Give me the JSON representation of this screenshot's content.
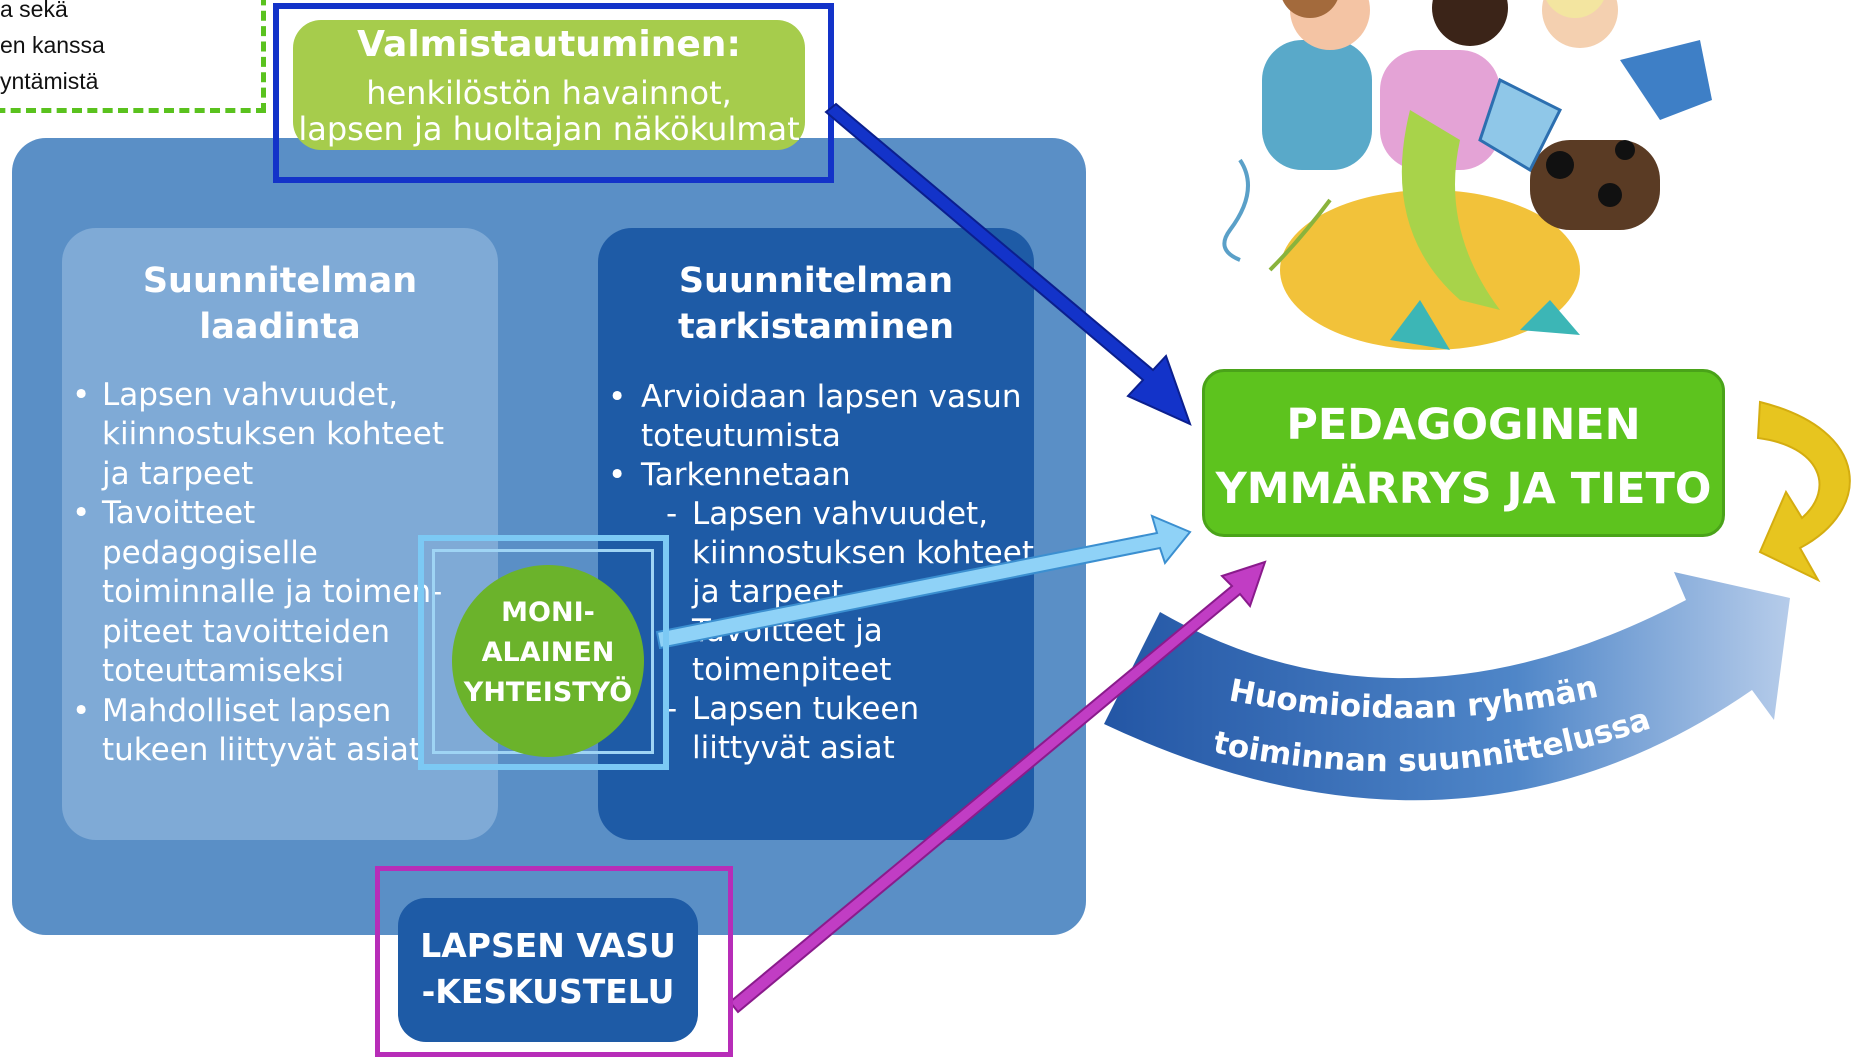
{
  "note": {
    "lines": [
      "a sekä",
      "en kanssa",
      "yntämistä"
    ]
  },
  "preparation": {
    "title": "Valmistautuminen:",
    "lines": [
      "henkilöstön havainnot,",
      "lapsen ja huoltajan näkökulmat"
    ]
  },
  "left_panel": {
    "title_lines": [
      "Suunnitelman",
      "laadinta"
    ],
    "rows": [
      {
        "bullet": "•",
        "text": "Lapsen vahvuudet,"
      },
      {
        "bullet": "",
        "text": "kiinnostuksen kohteet"
      },
      {
        "bullet": "",
        "text": "ja tarpeet"
      },
      {
        "bullet": "•",
        "text": "Tavoitteet"
      },
      {
        "bullet": "",
        "text": "pedagogiselle"
      },
      {
        "bullet": "",
        "text": "toiminnalle ja toimen-"
      },
      {
        "bullet": "",
        "text": "piteet tavoitteiden"
      },
      {
        "bullet": "",
        "text": "toteuttamiseksi"
      },
      {
        "bullet": "•",
        "text": "Mahdolliset lapsen"
      },
      {
        "bullet": "",
        "text": "tukeen liittyvät asiat"
      }
    ]
  },
  "right_panel": {
    "title_lines": [
      "Suunnitelman",
      "tarkistaminen"
    ],
    "rows": [
      {
        "bullet": "•",
        "text": "Arvioidaan lapsen vasun",
        "indent": 0
      },
      {
        "bullet": "",
        "text": "toteutumista",
        "indent": 0
      },
      {
        "bullet": "•",
        "text": "Tarkennetaan",
        "indent": 0
      },
      {
        "bullet": "-",
        "text": "Lapsen vahvuudet,",
        "indent": 1
      },
      {
        "bullet": "",
        "text": "kiinnostuksen kohteet",
        "indent": 1
      },
      {
        "bullet": "",
        "text": "ja tarpeet",
        "indent": 1
      },
      {
        "bullet": "-",
        "text": "Tavoitteet ja",
        "indent": 1
      },
      {
        "bullet": "",
        "text": "toimenpiteet",
        "indent": 1
      },
      {
        "bullet": "-",
        "text": "Lapsen tukeen",
        "indent": 1
      },
      {
        "bullet": "",
        "text": "liittyvät asiat",
        "indent": 1
      }
    ]
  },
  "multiprofessional": {
    "lines": [
      "MONI-",
      "ALAINEN",
      "YHTEISTYÖ"
    ]
  },
  "vasu_discussion": {
    "lines": [
      "LAPSEN VASU",
      "-KESKUSTELU"
    ]
  },
  "pedagogical": {
    "lines": [
      "PEDAGOGINEN",
      "YMMÄRRYS JA TIETO"
    ]
  },
  "group_arrow": {
    "line1": "Huomioidaan ryhmän",
    "line2": "toiminnan suunnittelussa"
  },
  "colors": {
    "outer_panel": "#5a8fc6",
    "left_panel": "#7faad6",
    "right_panel": "#1e5ba6",
    "preparation": "#a6cc4c",
    "pedagogical": "#5dc31e",
    "multiprofessional": "#6bb32b",
    "arrow_blue": "#1333c9",
    "arrow_light": "#7cc9f4",
    "arrow_purple": "#b72db8",
    "arrow_yellow": "#e7c51f"
  },
  "illustration": {
    "icon": "children-playing-illustration"
  }
}
